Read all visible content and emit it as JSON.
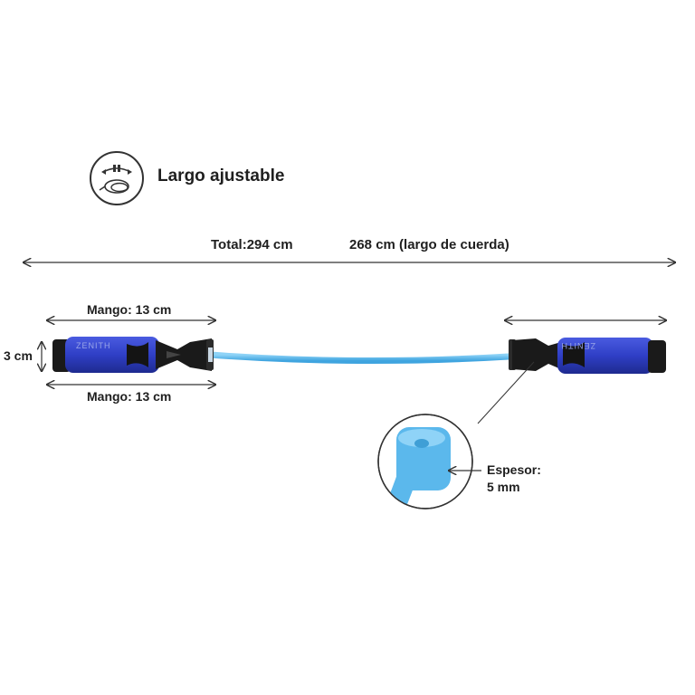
{
  "feature": {
    "icon": "adjustable-length-icon",
    "label": "Largo ajustable"
  },
  "dimensions": {
    "total_label": "Total:294 cm",
    "rope_length_label": "268 cm (largo de cuerda)",
    "handle_top_label": "Mango: 13 cm",
    "handle_bottom_label": "Mango: 13 cm",
    "handle_height_label": "3 cm",
    "thickness_label_line1": "Espesor:",
    "thickness_label_line2": "5 mm"
  },
  "product": {
    "brand_left": "ZENITH",
    "brand_right": "ZENITH"
  },
  "colors": {
    "rope": "#5bb8ec",
    "handle_blue": "#2f3fc6",
    "handle_black": "#1a1a1a",
    "arrow": "#333333"
  }
}
